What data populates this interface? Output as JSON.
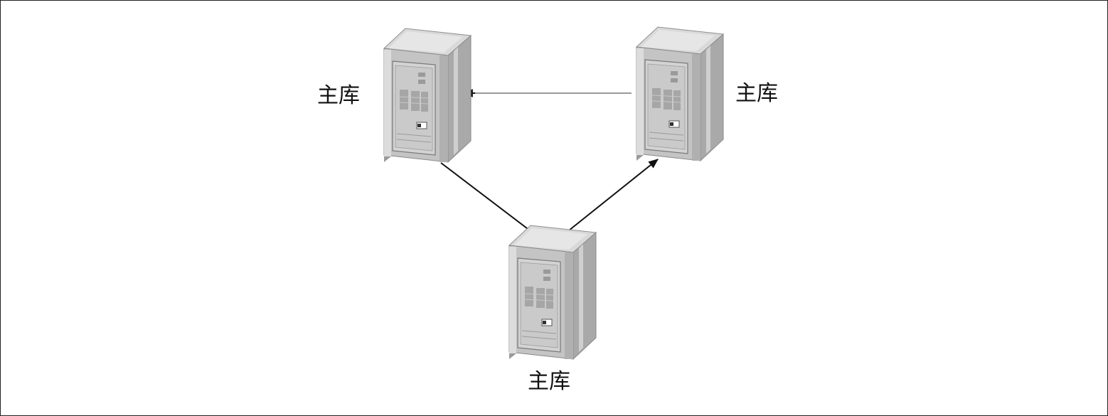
{
  "diagram": {
    "nodes": [
      {
        "id": "left",
        "label": "主库",
        "icon": "server-icon"
      },
      {
        "id": "right",
        "label": "主库",
        "icon": "server-icon"
      },
      {
        "id": "bottom",
        "label": "主库",
        "icon": "server-icon"
      }
    ],
    "edges": [
      {
        "from": "right",
        "to": "left"
      },
      {
        "from": "left",
        "to": "bottom"
      },
      {
        "from": "bottom",
        "to": "right"
      }
    ],
    "colors": {
      "server_light": "#d8d8d8",
      "server_mid": "#b4b4b4",
      "server_dark": "#8c8c8c",
      "arrow_dark": "#111111",
      "arrow_light": "#9a9a9a"
    }
  }
}
